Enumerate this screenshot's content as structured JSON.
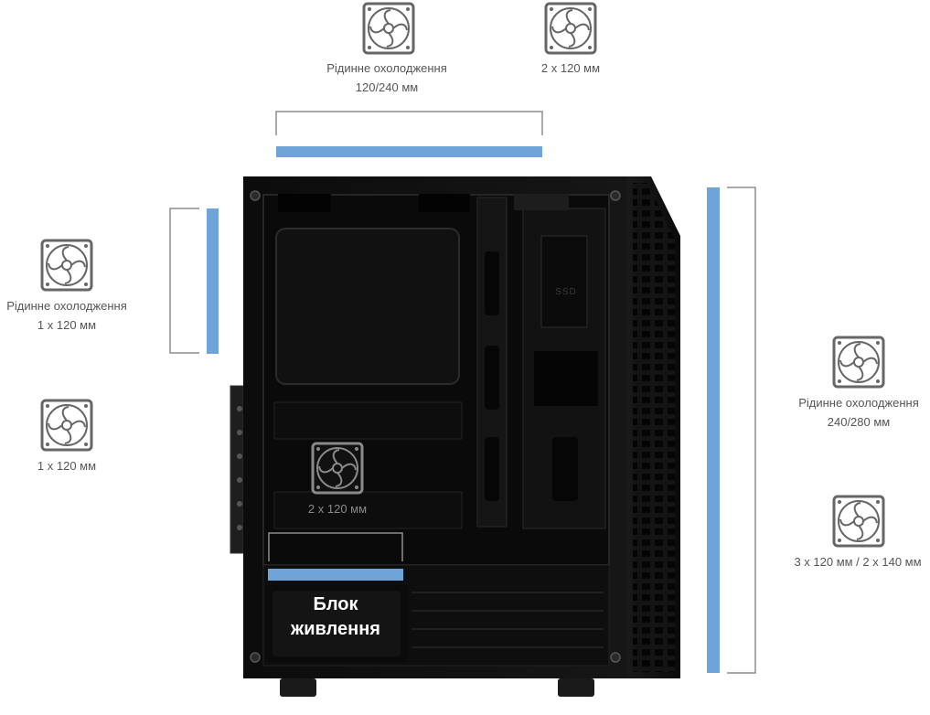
{
  "annotations": {
    "top_left": {
      "line1": "Рідинне охолодження",
      "line2": "120/240 мм"
    },
    "top_right": {
      "line1": "2 x 120 мм"
    },
    "rear": {
      "line1": "Рідинне охолодження",
      "line2": "1 x 120 мм"
    },
    "rear_lower": {
      "line1": "1 x 120 мм"
    },
    "bottom_inside": {
      "line1": "2 x 120 мм"
    },
    "front_upper": {
      "line1": "Рідинне охолодження",
      "line2": "240/280 мм"
    },
    "front_lower": {
      "line1": "3 x 120 мм / 2 x 140 мм"
    },
    "psu": {
      "line1": "Блок",
      "line2": "живлення"
    },
    "ssd_mark": "SSD"
  },
  "icons": [
    "fan-icon"
  ],
  "colors": {
    "accent_bar": "#6fa4d8",
    "bracket_line": "#8e8e8e",
    "case_body": "#111111"
  }
}
